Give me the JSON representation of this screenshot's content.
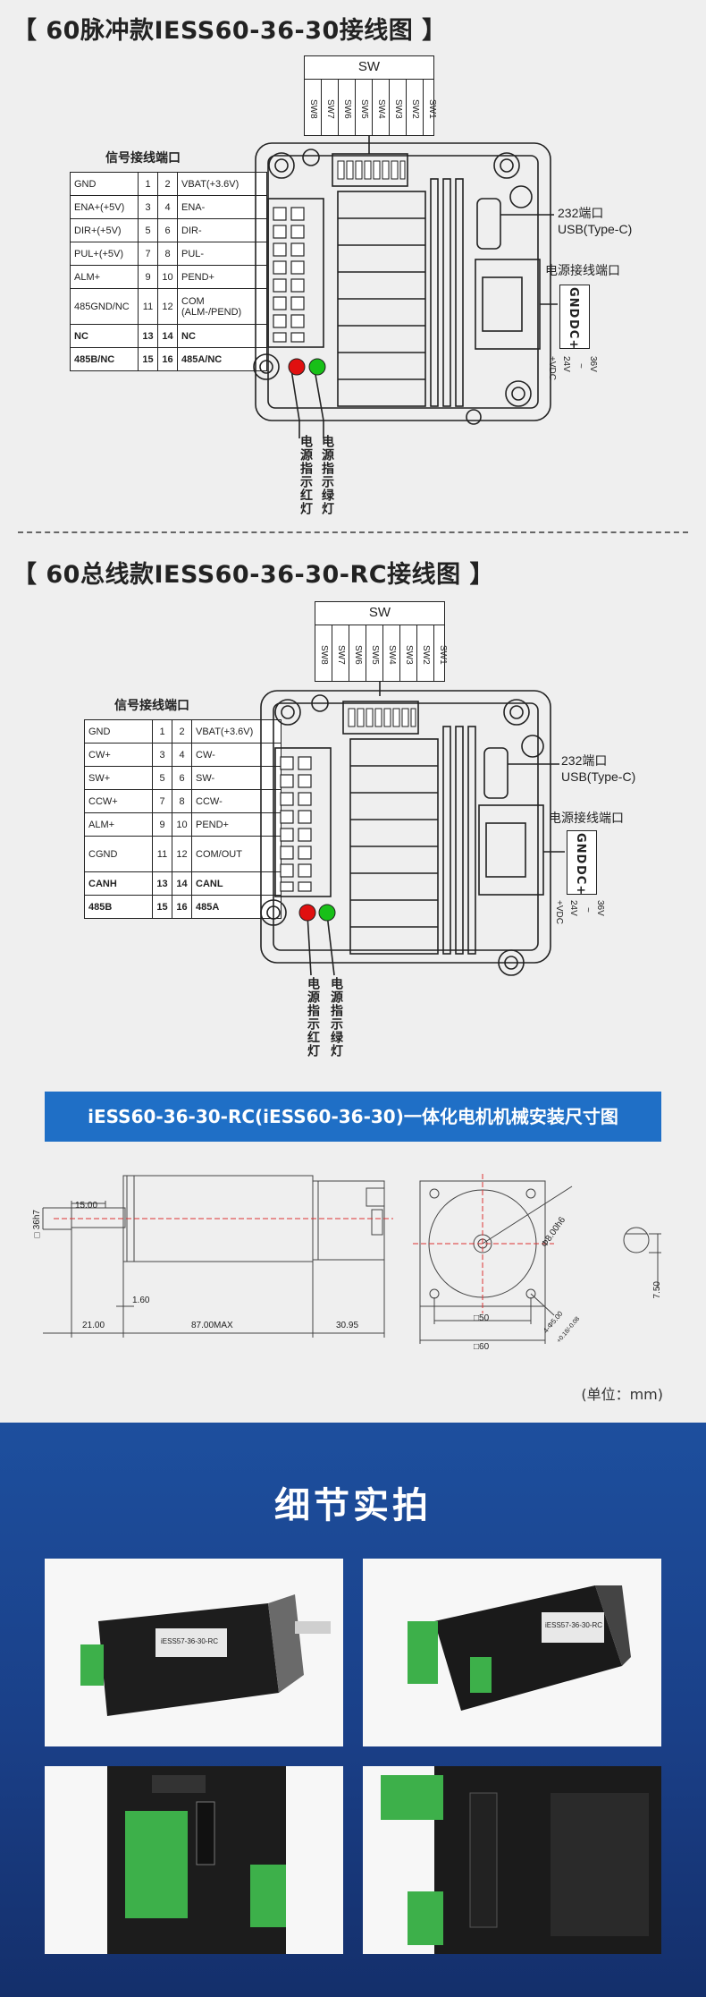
{
  "section1": {
    "title": "【 60脉冲款IESS60-36-30接线图 】",
    "signal_port_label": "信号接线端口",
    "sw_title": "SW",
    "sw_labels": [
      "SW8",
      "SW7",
      "SW6",
      "SW5",
      "SW4",
      "SW3",
      "SW2",
      "SW1"
    ],
    "usb_label_1": "232端口",
    "usb_label_2": "USB(Type-C)",
    "power_port_label": "电源接线端口",
    "dc_plus": "DC+",
    "gnd": "GND",
    "voltage_vdc": "+VDC",
    "voltage_24": "24V",
    "voltage_tilde": "~",
    "voltage_36": "36V",
    "green_led_label": "电源指示绿灯",
    "red_led_label": "电源指示红灯",
    "pins": [
      {
        "l": "GND",
        "ln": "1",
        "rn": "2",
        "r": "VBAT(+3.6V)",
        "bold": false,
        "tall": false
      },
      {
        "l": "ENA+(+5V)",
        "ln": "3",
        "rn": "4",
        "r": "ENA-",
        "bold": false,
        "tall": false
      },
      {
        "l": "DIR+(+5V)",
        "ln": "5",
        "rn": "6",
        "r": "DIR-",
        "bold": false,
        "tall": false
      },
      {
        "l": "PUL+(+5V)",
        "ln": "7",
        "rn": "8",
        "r": "PUL-",
        "bold": false,
        "tall": false
      },
      {
        "l": "ALM+",
        "ln": "9",
        "rn": "10",
        "r": "PEND+",
        "bold": false,
        "tall": false
      },
      {
        "l": "485GND/NC",
        "ln": "11",
        "rn": "12",
        "r": "COM\n(ALM-/PEND)",
        "bold": false,
        "tall": true
      },
      {
        "l": "NC",
        "ln": "13",
        "rn": "14",
        "r": "NC",
        "bold": true,
        "tall": false
      },
      {
        "l": "485B/NC",
        "ln": "15",
        "rn": "16",
        "r": "485A/NC",
        "bold": true,
        "tall": false
      }
    ]
  },
  "section2": {
    "title": "【 60总线款IESS60-36-30-RC接线图 】",
    "signal_port_label": "信号接线端口",
    "sw_title": "SW",
    "sw_labels": [
      "SW8",
      "SW7",
      "SW6",
      "SW5",
      "SW4",
      "SW3",
      "SW2",
      "SW1"
    ],
    "usb_label_1": "232端口",
    "usb_label_2": "USB(Type-C)",
    "power_port_label": "电源接线端口",
    "dc_plus": "DC+",
    "gnd": "GND",
    "voltage_vdc": "+VDC",
    "voltage_24": "24V",
    "voltage_tilde": "~",
    "voltage_36": "36V",
    "green_led_label": "电源指示绿灯",
    "red_led_label": "电源指示红灯",
    "pins": [
      {
        "l": "GND",
        "ln": "1",
        "rn": "2",
        "r": "VBAT(+3.6V)",
        "bold": false,
        "tall": false
      },
      {
        "l": "CW+",
        "ln": "3",
        "rn": "4",
        "r": "CW-",
        "bold": false,
        "tall": false
      },
      {
        "l": "SW+",
        "ln": "5",
        "rn": "6",
        "r": "SW-",
        "bold": false,
        "tall": false
      },
      {
        "l": "CCW+",
        "ln": "7",
        "rn": "8",
        "r": "CCW-",
        "bold": false,
        "tall": false
      },
      {
        "l": "ALM+",
        "ln": "9",
        "rn": "10",
        "r": "PEND+",
        "bold": false,
        "tall": false
      },
      {
        "l": "CGND",
        "ln": "11",
        "rn": "12",
        "r": "COM/OUT",
        "bold": false,
        "tall": true
      },
      {
        "l": "CANH",
        "ln": "13",
        "rn": "14",
        "r": "CANL",
        "bold": true,
        "tall": false
      },
      {
        "l": "485B",
        "ln": "15",
        "rn": "16",
        "r": "485A",
        "bold": true,
        "tall": false
      }
    ]
  },
  "dimension": {
    "banner": "iESS60-36-30-RC(iESS60-36-30)一体化电机机械安装尺寸图",
    "d_15": "15.00",
    "d_shaft": "□36h7",
    "d_160": "1.60",
    "d_21": "21.00",
    "d_87": "87.00MAX",
    "d_3095": "30.95",
    "d_50": "□50",
    "d_60": "□60",
    "d_8": "Φ8.00h6",
    "d_750": "7.50",
    "d_hole": "4-Φ5.00",
    "d_hole_tol": "+0.18/-0.08",
    "unit": "(单位：mm)"
  },
  "detail": {
    "title": "细节实拍",
    "label_a": "iESS57-36-30-RC",
    "label_b": "iESS57-36-30-RC"
  },
  "colors": {
    "banner_blue": "#1f6fc6",
    "detail_bg": "#1a3f87",
    "led_red": "#e01010",
    "led_green": "#18c018",
    "terminal_green": "#3db04a"
  }
}
